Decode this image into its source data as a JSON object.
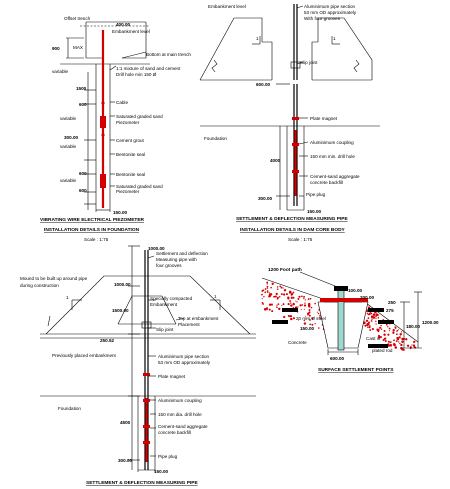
{
  "fig1": {
    "offset_trench": "Offset trench",
    "embankment_level": "Embankment level",
    "dim_400": "400.00",
    "bottom_trench": "Bottom at main trench",
    "dim_900": "900",
    "max": "MAX",
    "mixture": "1:1 mixture of sand and cement",
    "drill_hole": "Drill hole min 150 Ø",
    "variable": "variable",
    "dim_1500": "1500",
    "dim_600": "600",
    "cable": "Cable",
    "sat_sand": "Saturated graded sand",
    "piezometer": "Piezometer",
    "dim_300": "300.00",
    "cement_grout": "Cement grout",
    "bentonite": "Bentonite seal",
    "dim_150": "150.00",
    "caption_title": "VIBRATING WIRE ELECTRICAL PIEZOMETER",
    "caption_sub": "INSTALLATION DETAILS IN FOUNDATION",
    "scale": "Scale : 1:75"
  },
  "fig2": {
    "embankment_level": "Embankment level",
    "al_pipe": "Aluminimum pipe section",
    "od": "53 mm OD approximately",
    "grooves": "With four grooves",
    "slip_joint": "Slip joint",
    "dim_600": "600.00",
    "foundation": "Foundation",
    "plate_magnet": "Plate magnet",
    "al_coupling": "Aluminimum coupling",
    "drill_hole": "150 mm min. drill hole",
    "dim_4000": "4000",
    "cement_backfill_1": "Cement-sand aggregate",
    "cement_backfill_2": "concrete backfill",
    "pipe_plug": "Pipe plug",
    "dim_300": "300.00",
    "dim_150": "150.00",
    "slope": "1",
    "caption_title": "SETTLEMENT & DEFLECTION MEASURING PIPE",
    "caption_sub": "INSTALLATION DETAILS IN DAM CORE BODY",
    "scale": "Scale : 1:75"
  },
  "fig3": {
    "dim_1000": "1000.00",
    "sett_pipe_1": "Settlement and deflection",
    "sett_pipe_2": "Measuring pipe with",
    "sett_pipe_3": "four grooves",
    "mound_1": "Mound to be built up around pipe",
    "mound_2": "during construction",
    "dim_1500": "1500.00",
    "dim_1000b": "1000.00",
    "compacted_1": "Specially compacted",
    "compacted_2": "Embankment",
    "top_emb_1": "Top at embankment",
    "top_emb_2": "Placement",
    "slip_joint": "Slip joint",
    "dim_250": "250.52",
    "prev_emb": "Previously placed embankment",
    "al_pipe": "Aluminimum pipe section",
    "od": "53 mm OD approximately",
    "plate_magnet": "Plate magnet",
    "foundation": "Foundation",
    "al_coupling": "Aluminimum coupling",
    "drill_hole": "150 mm dia. drill hole",
    "backfill_1": "Cement-sand aggregate",
    "backfill_2": "concrete backfill",
    "dim_4500": "4500",
    "pipe_plug": "Pipe plug",
    "dim_300": "300.00",
    "dim_150": "150.00",
    "caption_title": "SETTLEMENT & DEFLECTION MEASURING PIPE"
  },
  "fig4": {
    "path": "1200 Foot path",
    "dim_100": "100.00",
    "dim_200": "200.00",
    "dim_250": "250",
    "dim_275": "275",
    "dim_1200": "1200.00",
    "dim_150": "150.00",
    "dim_180": "180.00",
    "dia": "20 mm Ø steel",
    "cast_in": "Cast in",
    "plated_rod": "plated rod",
    "concrete": "Concrete",
    "dim_600": "600.00",
    "caption": "SURFACE SETTLEMENT POINTS"
  }
}
